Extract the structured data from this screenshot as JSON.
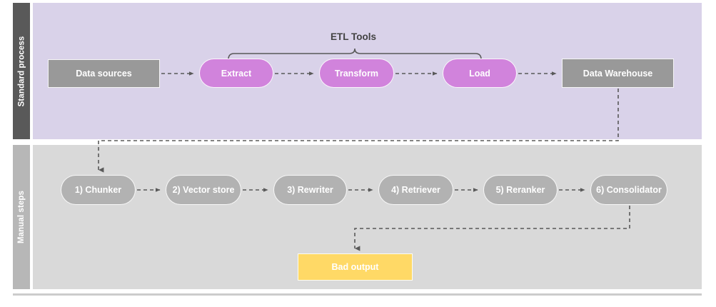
{
  "diagram": {
    "title_label": "ETL Tools",
    "colors": {
      "lane_standard_header": "#595959",
      "lane_standard_body": "#d9d2e9",
      "lane_manual_header": "#b7b7b7",
      "lane_manual_body": "#d9d9d9",
      "node_gray": "#999999",
      "node_purple": "#d183dc",
      "node_gray_pill": "#b2b2b2",
      "node_yellow": "#ffd966",
      "connector": "#595959",
      "bracket": "#595959"
    }
  },
  "lanes": [
    {
      "id": "standard-process",
      "label": "Standard process",
      "nodes": [
        {
          "id": "data-sources",
          "label": "Data sources",
          "shape": "rect",
          "style": "gray"
        },
        {
          "id": "extract",
          "label": "Extract",
          "shape": "pill",
          "style": "purple"
        },
        {
          "id": "transform",
          "label": "Transform",
          "shape": "pill",
          "style": "purple"
        },
        {
          "id": "load",
          "label": "Load",
          "shape": "pill",
          "style": "purple"
        },
        {
          "id": "data-warehouse",
          "label": "Data Warehouse",
          "shape": "rect",
          "style": "gray"
        }
      ]
    },
    {
      "id": "manual-steps",
      "label": "Manual steps",
      "nodes": [
        {
          "id": "chunker",
          "label": "1) Chunker",
          "shape": "pill",
          "style": "graypill"
        },
        {
          "id": "vector-store",
          "label": "2) Vector store",
          "shape": "pill",
          "style": "graypill"
        },
        {
          "id": "rewriter",
          "label": "3) Rewriter",
          "shape": "pill",
          "style": "graypill"
        },
        {
          "id": "retriever",
          "label": "4) Retriever",
          "shape": "pill",
          "style": "graypill"
        },
        {
          "id": "reranker",
          "label": "5) Reranker",
          "shape": "pill",
          "style": "graypill"
        },
        {
          "id": "consolidator",
          "label": "6) Consolidator",
          "shape": "pill",
          "style": "graypill"
        },
        {
          "id": "bad-output",
          "label": "Bad output",
          "shape": "rect",
          "style": "yellow"
        }
      ]
    }
  ],
  "annotations": {
    "etl_bracket": {
      "label": "ETL Tools",
      "spans": [
        "extract",
        "transform",
        "load"
      ]
    }
  },
  "edges": [
    {
      "from": "data-sources",
      "to": "extract",
      "style": "dashed-arrow"
    },
    {
      "from": "extract",
      "to": "transform",
      "style": "dashed-arrow"
    },
    {
      "from": "transform",
      "to": "load",
      "style": "dashed-arrow"
    },
    {
      "from": "load",
      "to": "data-warehouse",
      "style": "dashed-arrow"
    },
    {
      "from": "data-warehouse",
      "to": "chunker",
      "style": "dashed-arrow-elbow"
    },
    {
      "from": "chunker",
      "to": "vector-store",
      "style": "dashed-arrow"
    },
    {
      "from": "vector-store",
      "to": "rewriter",
      "style": "dashed-arrow"
    },
    {
      "from": "rewriter",
      "to": "retriever",
      "style": "dashed-arrow"
    },
    {
      "from": "retriever",
      "to": "reranker",
      "style": "dashed-arrow"
    },
    {
      "from": "reranker",
      "to": "consolidator",
      "style": "dashed-arrow"
    },
    {
      "from": "consolidator",
      "to": "bad-output",
      "style": "dashed-arrow-elbow"
    }
  ]
}
